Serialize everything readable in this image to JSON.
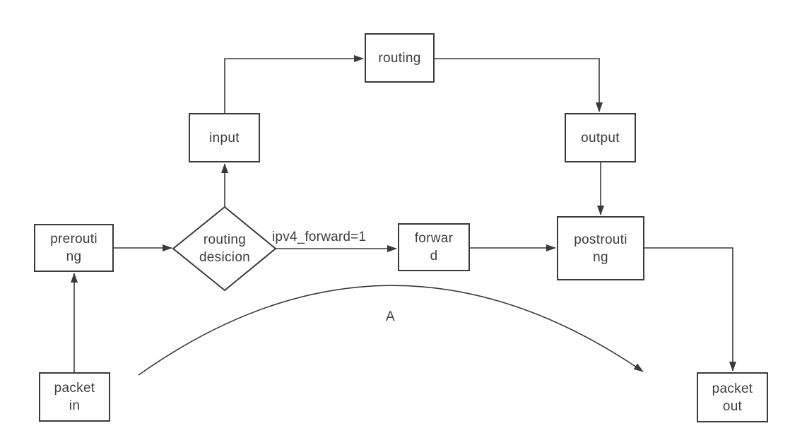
{
  "diagram": {
    "nodes": {
      "packet_in": {
        "lines": [
          "packet",
          "in"
        ]
      },
      "prerouting": {
        "lines": [
          "prerouti",
          "ng"
        ]
      },
      "routing_decision": {
        "lines": [
          "routing",
          "desicion"
        ]
      },
      "input": {
        "lines": [
          "input"
        ]
      },
      "routing": {
        "lines": [
          "routing"
        ]
      },
      "output": {
        "lines": [
          "output"
        ]
      },
      "forward": {
        "lines": [
          "forwar",
          "d"
        ]
      },
      "postrouting": {
        "lines": [
          "postrouti",
          "ng"
        ]
      },
      "packet_out": {
        "lines": [
          "packet",
          "out"
        ]
      }
    },
    "edge_labels": {
      "ipv4_forward": "ipv4_forward=1",
      "curve_label": "A"
    },
    "colors": {
      "stroke": "#3a3a3a",
      "text": "#3d3d3d",
      "background": "#ffffff"
    }
  }
}
